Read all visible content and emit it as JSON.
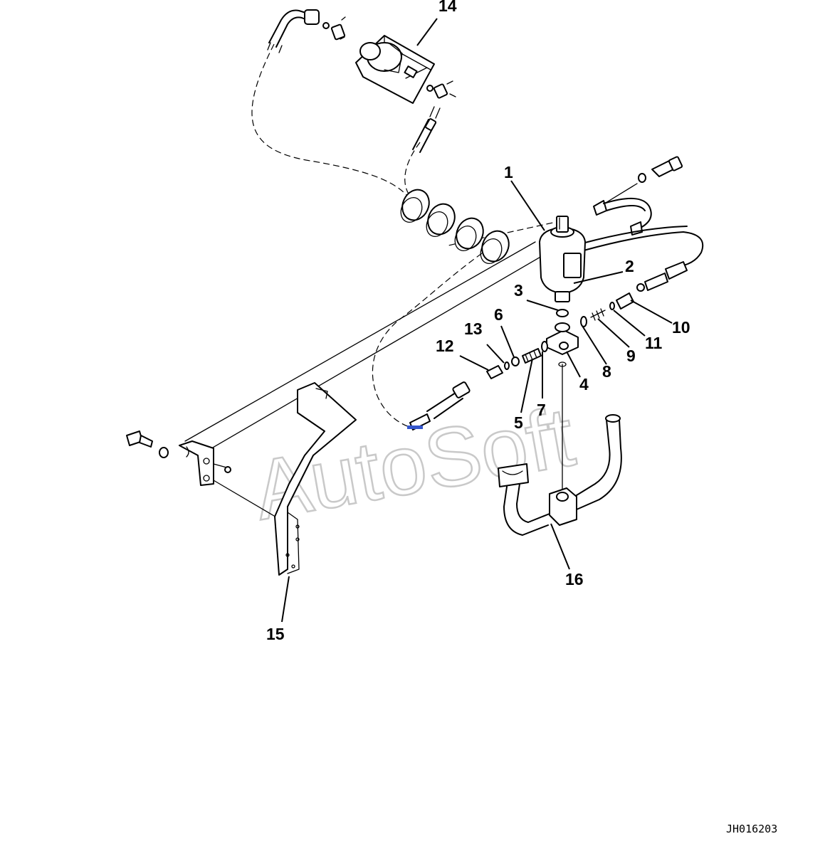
{
  "watermark": "AutoSoft",
  "document_code": "JH016203",
  "callouts": {
    "c1": "1",
    "c2": "2",
    "c3": "3",
    "c4": "4",
    "c5": "5",
    "c6": "6",
    "c7": "7",
    "c8": "8",
    "c9": "9",
    "c10": "10",
    "c11": "11",
    "c12": "12",
    "c13": "13",
    "c14": "14",
    "c15": "15",
    "c16": "16"
  }
}
